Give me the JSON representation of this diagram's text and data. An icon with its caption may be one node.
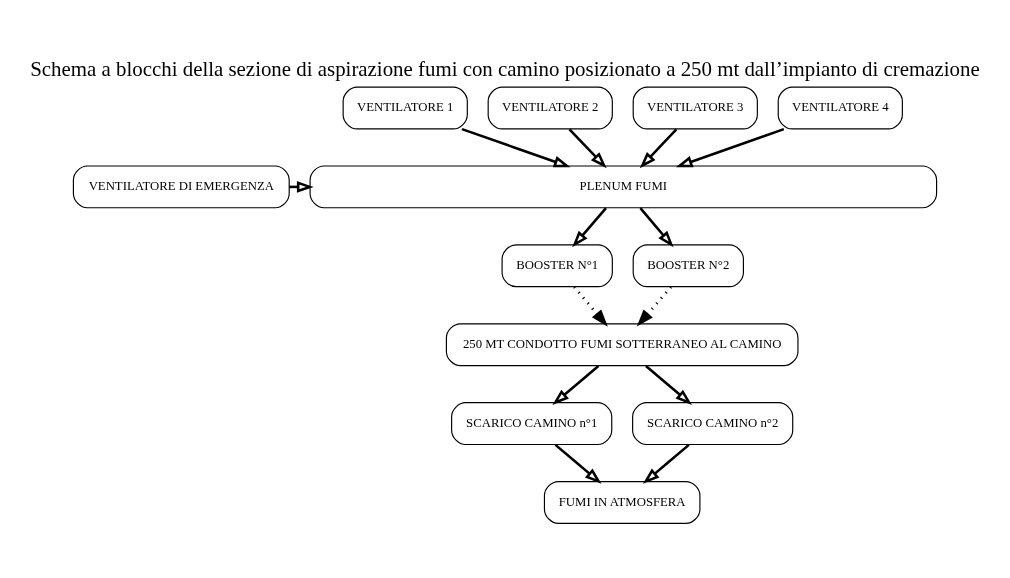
{
  "diagram": {
    "title": "Schema a blocchi della sezione di aspirazione fumi con camino posizionato a 250 mt dall’impianto di cremazione",
    "nodes": [
      {
        "text": [
          "VENTILATORE 1"
        ]
      },
      {
        "text": [
          "VENTILATORE 2"
        ]
      },
      {
        "text": [
          "VENTILATORE 3"
        ]
      },
      {
        "text": [
          "VENTILATORE 4"
        ]
      },
      {
        "text": [
          "PLENUM FUMI"
        ]
      },
      {
        "text": [
          "VENTILATORE DI EMERGENZA"
        ]
      },
      {
        "text": [
          "BOOSTER N°1"
        ]
      },
      {
        "text": [
          "BOOSTER N°2"
        ]
      },
      {
        "text": [
          "250 MT CONDOTTO FUMI SOTTERRANEO AL CAMINO"
        ]
      },
      {
        "text": [
          "SCARICO CAMINO n°1"
        ]
      },
      {
        "text": [
          "SCARICO CAMINO n°2"
        ]
      },
      {
        "text": [
          "FUMI IN ATMOSFERA"
        ]
      }
    ],
    "edges": [
      {
        "from": 0,
        "to": 4,
        "arrow": "to"
      },
      {
        "from": 1,
        "to": 4,
        "arrow": "to"
      },
      {
        "from": 2,
        "to": 4,
        "arrow": "to"
      },
      {
        "from": 3,
        "to": 4,
        "arrow": "to"
      },
      {
        "from": 5,
        "to": 4,
        "arrow": "to"
      },
      {
        "from": 4,
        "to": 6,
        "arrow": "to"
      },
      {
        "from": 4,
        "to": 7,
        "arrow": "to"
      },
      {
        "from": 6,
        "to": 8,
        "arrow": "to",
        "style": "dashed"
      },
      {
        "from": 7,
        "to": 8,
        "arrow": "to",
        "style": "dashed"
      },
      {
        "from": 8,
        "to": 9,
        "arrow": "to"
      },
      {
        "from": 8,
        "to": 10,
        "arrow": "to"
      },
      {
        "from": 9,
        "to": 11,
        "arrow": "to"
      },
      {
        "from": 10,
        "to": 11,
        "arrow": "to"
      }
    ]
  }
}
